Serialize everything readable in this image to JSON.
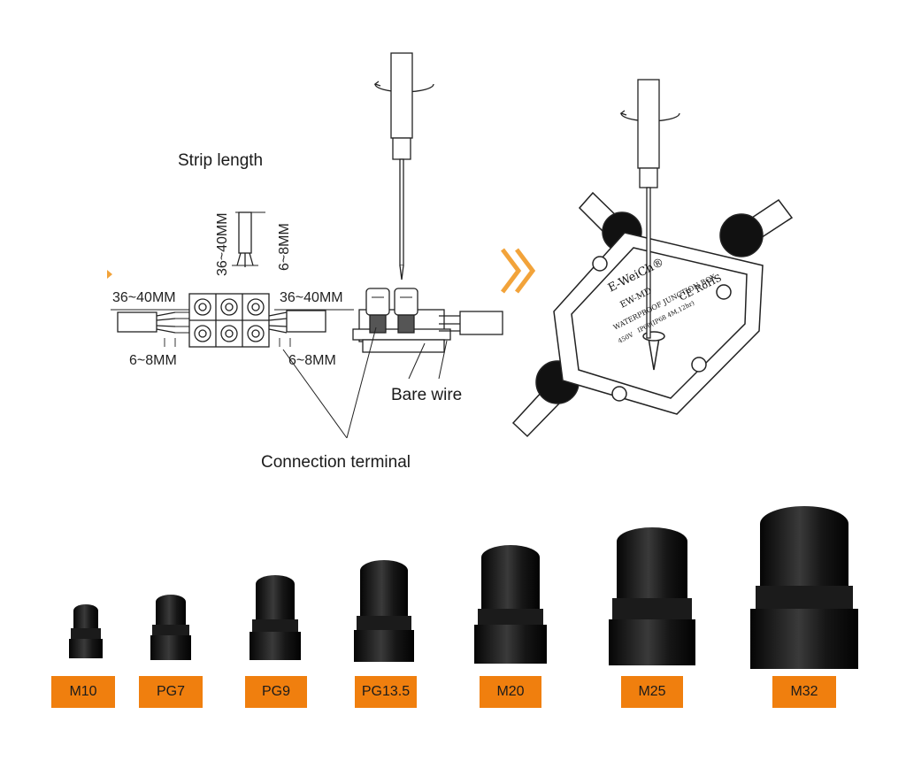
{
  "labels": {
    "strip_length": "Strip length",
    "bare_wire": "Bare wire",
    "connection_terminal": "Connection terminal",
    "dim_36_40_left": "36~40MM",
    "dim_6_8_left": "6~8MM",
    "dim_36_40_vertical": "36~40MM",
    "dim_6_8_vertical": "6~8MM",
    "dim_36_40_right": "36~40MM",
    "dim_6_8_right": "6~8MM"
  },
  "junction_box": {
    "brand": "E-WeiCh®",
    "model": "EW-MD",
    "title": "WATERPROOF JUNCTION BOX",
    "rating": "IP68(IP68 4M,12hr)",
    "voltage": "450V",
    "marks": "CE RoHS"
  },
  "cable_gland_sizes": [
    "M10",
    "PG7",
    "PG9",
    "PG13.5",
    "M20",
    "M25",
    "M32"
  ],
  "colors": {
    "tag_orange": "#f07f0e",
    "arrow_orange": "#f2a33a",
    "gland_black": "#141414"
  }
}
